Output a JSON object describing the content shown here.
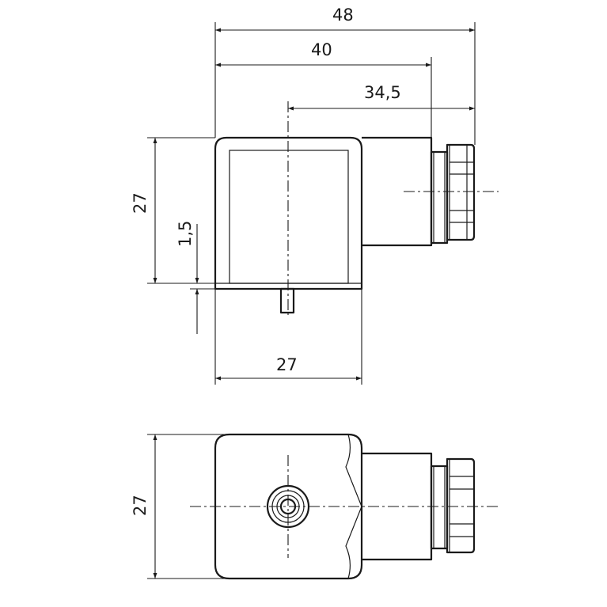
{
  "drawing": {
    "dimensions": {
      "overall_width": "48",
      "body_to_gland": "40",
      "axis_to_gland_end": "34,5",
      "body_height": "27",
      "gasket_thickness": "1,5",
      "body_width": "27",
      "bottom_view_height": "27"
    },
    "colors": {
      "line": "#1a1a1a",
      "background": "#ffffff"
    }
  }
}
